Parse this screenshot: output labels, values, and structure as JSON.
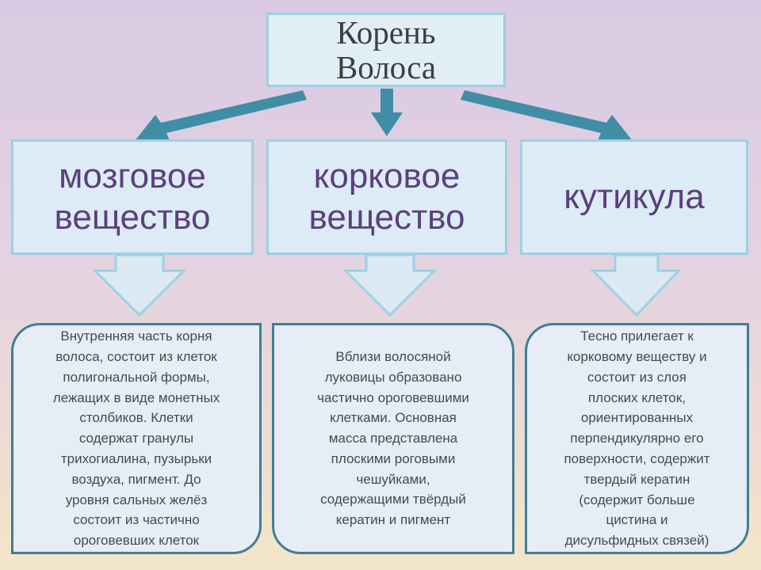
{
  "title": {
    "line1": "Корень",
    "line2": "Волоса"
  },
  "categories": [
    {
      "label_line1": "мозговое",
      "label_line2": "вещество"
    },
    {
      "label_line1": "корковое",
      "label_line2": "вещество"
    },
    {
      "label_line1": "кутикула",
      "label_line2": ""
    }
  ],
  "descriptions": [
    "Внутренняя часть корня\nволоса, состоит из клеток\nполигональной формы,\nлежащих в виде монетных\nстолбиков. Клетки\nсодержат гранулы\nтрихогиалина, пузырьки\nвоздуха, пигмент. До\nуровня сальных желёз\nсостоит из частично\nороговевших клеток",
    "Вблизи волосяной\nлуковицы образовано\nчастично ороговевшими\nклетками. Основная\nмасса представлена\nплоскими роговыми\nчешуйками,\nсодержащими твёрдый\nкератин и пигмент",
    "Тесно прилегает к\nкорковому веществу и\nсостоит из слоя\nплоских клеток,\nориентированных\nперпендикулярно его\nповерхности, содержит\nтвердый кератин\n(содержит больше\nцистина и\nдисульфидных связей)"
  ],
  "colors": {
    "arrow_teal": "#3f8ea6",
    "box_border_light": "#9dd0e4",
    "box_border_dark": "#3f7e96",
    "category_text": "#5c3f7e"
  }
}
